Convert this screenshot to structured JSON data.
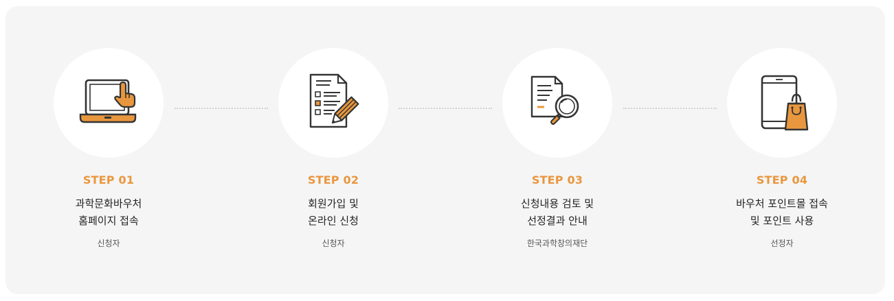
{
  "steps": [
    {
      "label": "STEP 01",
      "title_lines": [
        "과학문화바우처",
        "홈페이지 접속"
      ],
      "actor": "신청자",
      "icon": "laptop-hand-icon"
    },
    {
      "label": "STEP 02",
      "title_lines": [
        "회원가입 및",
        "온라인 신청"
      ],
      "actor": "신청자",
      "icon": "form-pencil-icon"
    },
    {
      "label": "STEP 03",
      "title_lines": [
        "신청내용 검토 및",
        "선정결과 안내"
      ],
      "actor": "한국과학창의재단",
      "icon": "document-search-icon"
    },
    {
      "label": "STEP 04",
      "title_lines": [
        "바우처 포인트몰 접속",
        "및 포인트 사용"
      ],
      "actor": "선정자",
      "icon": "mobile-shopping-bag-icon"
    }
  ],
  "colors": {
    "accent": "#e9973e",
    "icon_stroke": "#333333",
    "panel_bg": "#f5f5f5",
    "connector": "#d2d2d2"
  }
}
